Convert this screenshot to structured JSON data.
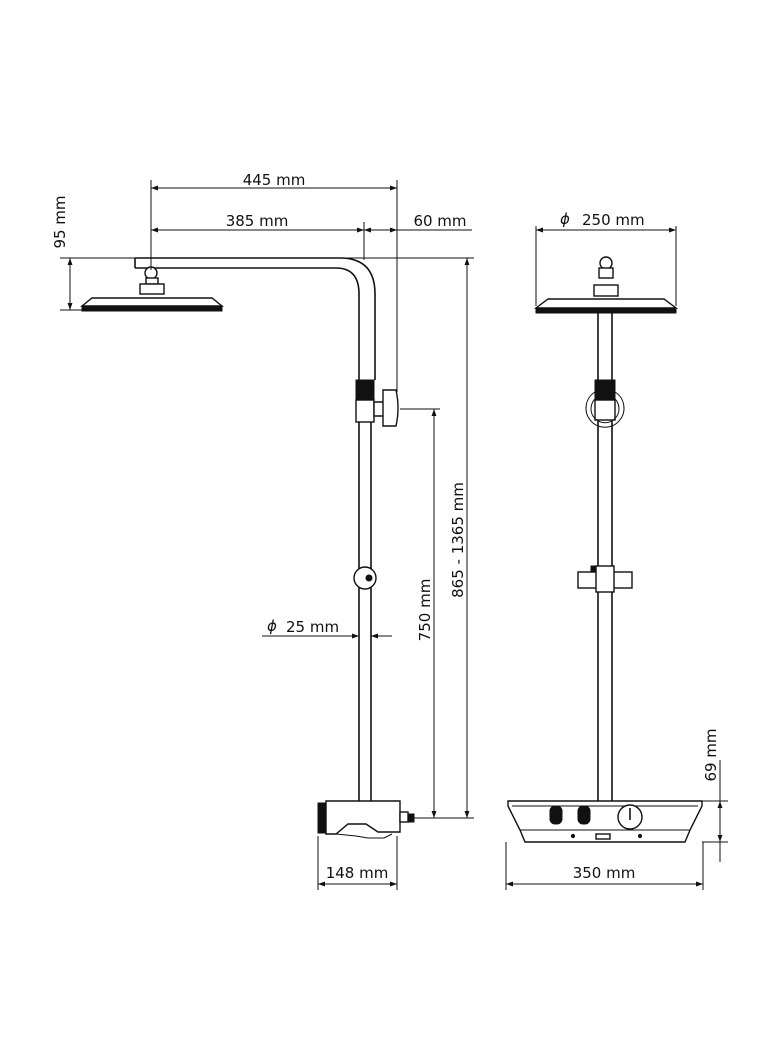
{
  "dimensions": {
    "arm_reach": "445 mm",
    "arm_length": "385 mm",
    "wall_offset": "60 mm",
    "head_drop": "95 mm",
    "total_height": "865 - 1365 mm",
    "bracket_height": "750 mm",
    "pipe_diameter": "25 mm",
    "head_diameter": "250 mm",
    "thermostat_depth": "148 mm",
    "thermostat_width": "350 mm",
    "thermostat_height": "69 mm"
  },
  "symbols": {
    "diameter": "ϕ"
  },
  "colors": {
    "line": "#111111",
    "background": "#ffffff"
  }
}
